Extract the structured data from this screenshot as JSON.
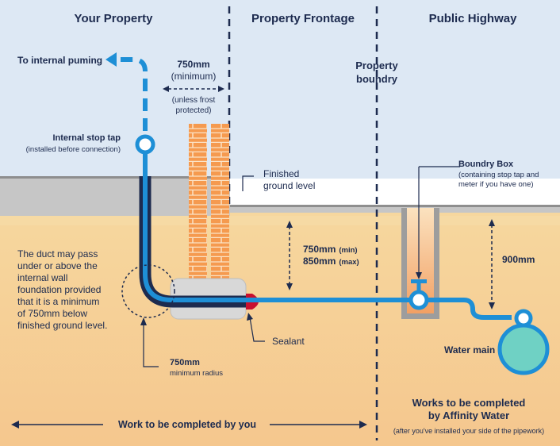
{
  "headers": {
    "your_property": "Your Property",
    "property_frontage": "Property Frontage",
    "public_highway": "Public Highway"
  },
  "labels": {
    "to_internal_plumbing": "To internal puming",
    "depth_750_line1": "750mm",
    "depth_750_line2": "(minimum)",
    "unless_frost_line1": "(unless frost",
    "unless_frost_line2": "protected)",
    "property_boundary_line1": "Property",
    "property_boundary_line2": "boundry",
    "internal_stop_tap": "Internal stop tap",
    "internal_stop_tap_note": "(installed before connection)",
    "finished_ground_line1": "Finished",
    "finished_ground_line2": "ground level",
    "boundary_box": "Boundry Box",
    "boundary_box_note_line1": "(containing stop tap and",
    "boundary_box_note_line2": "meter if you have one)",
    "duct_note_lines": [
      "The duct may pass",
      "under or above the",
      "internal wall",
      "foundation provided",
      "that it is a minimum",
      "of 750mm below",
      "finished ground level."
    ],
    "depth_min": "750mm",
    "depth_min_unit": "(min)",
    "depth_max": "850mm",
    "depth_max_unit": "(max)",
    "depth_900": "900mm",
    "sealant": "Sealant",
    "water_main": "Water main",
    "radius_value": "750mm",
    "radius_label": "minimum radius",
    "works_affinity_line1": "Works to be completed",
    "works_affinity_line2": "by Affinity Water",
    "works_affinity_note": "(after you've installed your side of the pipework)",
    "work_by_you": "Work to be completed by you"
  },
  "colors": {
    "sky": "#dde8f4",
    "ground": "#f6d69b",
    "ground_bottom": "#f5c98f",
    "grey_ground": "#c6c6c6",
    "pipe_blue": "#1e8fd6",
    "duct_navy": "#1d2b4f",
    "brick": "#f59a4f",
    "sealant": "#c8102e",
    "text": "#1d2b4f"
  }
}
